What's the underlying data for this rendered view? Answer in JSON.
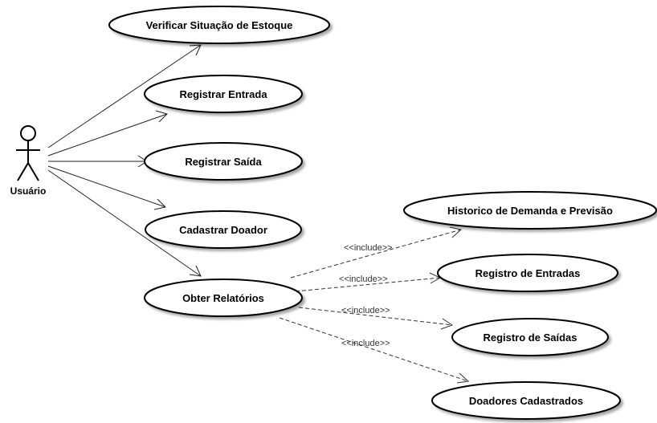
{
  "actor": {
    "name": "Usuário"
  },
  "use_cases": {
    "verificar": "Verificar Situação de Estoque",
    "entrada": "Registrar Entrada",
    "saida": "Registrar Saída",
    "doador": "Cadastrar Doador",
    "relatorios": "Obter Relatórios",
    "historico": "Historico de Demanda e Previsão",
    "reg_entradas": "Registro de Entradas",
    "reg_saidas": "Registro de Saídas",
    "doadores": "Doadores Cadastrados"
  },
  "includes": {
    "historico": "<<include>>",
    "reg_entradas": "<<include>>",
    "reg_saidas": "<<include>>",
    "doadores": "<<include>>"
  }
}
